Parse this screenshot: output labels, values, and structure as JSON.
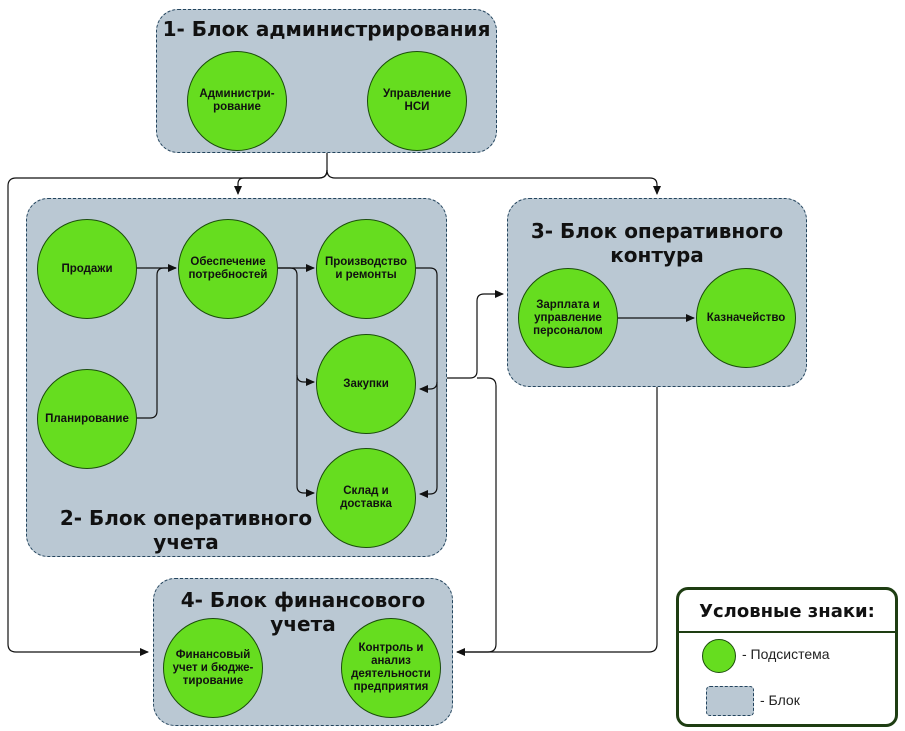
{
  "blocks": {
    "admin": {
      "title": "1- Блок администрирования"
    },
    "operative_accounting": {
      "title": "2- Блок оперативного\nучета"
    },
    "operative_contour": {
      "title": "3- Блок оперативного\nконтура"
    },
    "financial_accounting": {
      "title": "4- Блок финансового\nучета"
    }
  },
  "nodes": {
    "administration": "Администри-\nрование",
    "nsi_management": "Управление\nНСИ",
    "sales": "Продажи",
    "needs_provision": "Обеспечение\nпотребностей",
    "production_repairs": "Производство\nи ремонты",
    "planning": "Планирование",
    "purchases": "Закупки",
    "warehouse_delivery": "Склад и\nдоставка",
    "salary_personnel": "Зарплата и\nуправление\nперсоналом",
    "treasury": "Казначейство",
    "financial_budgeting": "Финансовый\nучет и бюдже-\nтирование",
    "control_analysis": "Контроль и\nанализ\nдеятельности\nпредприятия"
  },
  "legend": {
    "title": "Условные знаки:",
    "subsystem_label": "- Подсистема",
    "block_label": "- Блок"
  },
  "colors": {
    "node_fill": "#66dd1f",
    "block_fill": "#bac8d3",
    "line": "#111111"
  }
}
